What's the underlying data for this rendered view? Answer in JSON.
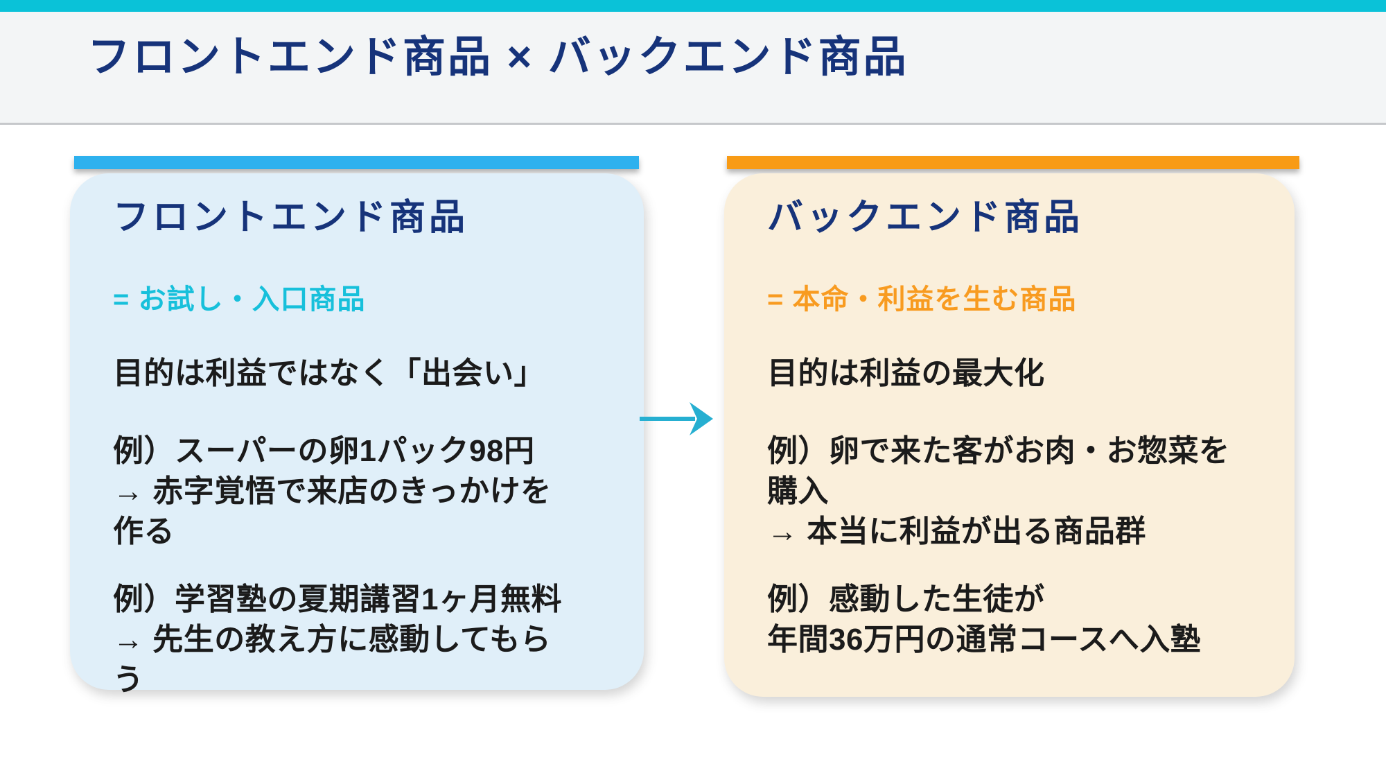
{
  "slide": {
    "header": {
      "title": "フロントエンド商品 × バックエンド商品"
    },
    "cards": [
      {
        "id": "frontend",
        "title": "フロントエンド商品",
        "subtitle": "= お試し・入口商品",
        "paragraphs": [
          "目的は利益ではなく「出会い」",
          "例）スーパーの卵1パック98円\n→ 赤字覚悟で来店のきっかけを\n作る",
          "例）学習塾の夏期講習1ヶ月無料\n→ 先生の教え方に感動してもら\nう"
        ]
      },
      {
        "id": "backend",
        "title": "バックエンド商品",
        "subtitle": "= 本命・利益を生む商品",
        "paragraphs": [
          "目的は利益の最大化",
          "例）卵で来た客がお肉・お惣菜を\n購入\n→ 本当に利益が出る商品群",
          "例）感動した生徒が\n年間36万円の通常コースへ入塾"
        ]
      }
    ],
    "colors": {
      "top_strip": "#0ac2d8",
      "header_background": "#f3f5f6",
      "title_navy": "#16337a",
      "frontend_accent_bar": "#2eb1ee",
      "frontend_card_fill": "#e0eff9",
      "frontend_subtitle": "#17c0db",
      "backend_accent_bar": "#f89b15",
      "backend_card_fill": "#faefdb",
      "backend_subtitle": "#f89b20",
      "body_text": "#1b1b1b",
      "arrow": "#26afd1"
    },
    "icons": {
      "flow_arrow": "right-arrow"
    }
  }
}
